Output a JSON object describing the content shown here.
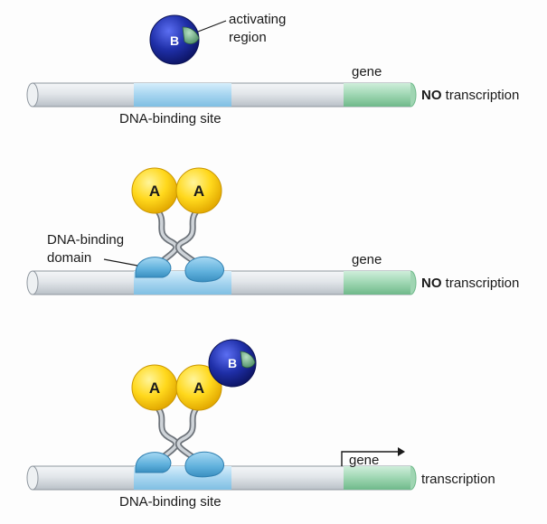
{
  "panel1": {
    "protein_b_letter": "B",
    "activating_region_line1": "activating",
    "activating_region_line2": "region",
    "gene_label": "gene",
    "result_bold": "NO",
    "result_rest": " transcription",
    "site_label": "DNA-binding site"
  },
  "panel2": {
    "protein_a_left": "A",
    "protein_a_right": "A",
    "domain_label_line1": "DNA-binding",
    "domain_label_line2": "domain",
    "gene_label": "gene",
    "result_bold": "NO",
    "result_rest": " transcription"
  },
  "panel3": {
    "protein_a_left": "A",
    "protein_a_right": "A",
    "protein_b_letter": "B",
    "gene_label": "gene",
    "result": "transcription",
    "site_label": "DNA-binding site"
  },
  "colors": {
    "dna_grey": "#d9dee3",
    "binding_site_blue": "#a9d6ef",
    "gene_green": "#9fd5b2",
    "protein_a_yellow": "#ffd81c",
    "protein_b_blue": "#1f2fa8",
    "activating_green": "#6fae85",
    "domain_blue": "#5fb0dc"
  }
}
